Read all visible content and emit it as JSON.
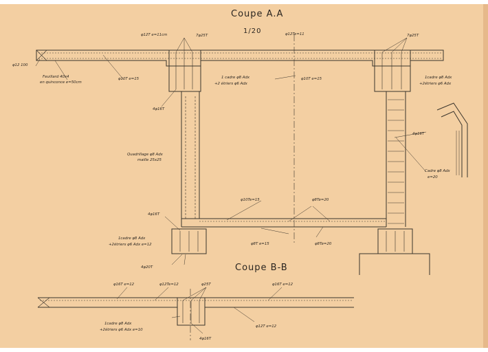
{
  "colors": {
    "paper": "#f3cfa2",
    "paper_edge": "#e6b98a",
    "ink": "#3a342c",
    "background": "#ffffff"
  },
  "section_a": {
    "title": "Coupe A.A",
    "scale": "1/20",
    "labels": {
      "top_spacing": "φ12T e=11cm",
      "left_top_bars": "7φ25T",
      "center_top": "φ12Te=11",
      "right_top_bars": "7φ25T",
      "left_edge": "φ12 100",
      "feuillard_line1": "Feuillard 40x4",
      "feuillard_line2": "en quinconce  e=50cm",
      "left_phi10": "φ10T e=15",
      "stirrups_line1": "1 cadre φ8 Adx",
      "stirrups_line2": "+2 étriers φ6 Adx",
      "center_phi10": "φ10T e=15",
      "right_stirrups_line1": "1cadre φ8 Adx",
      "right_stirrups_line2": "+2étriers φ6 Adx",
      "left_4phi16": "4φ16T",
      "right_4phi16": "4φ16T",
      "mesh_line1": "Quadrillage φ8 Adx",
      "mesh_line2": "maille 25x25",
      "cadre_line1": "Cadre φ8 Adx",
      "cadre_line2": "e=20",
      "bottom_phi10": "φ10Te=15",
      "bottom_phi8": "φ8Te=20",
      "lower_left_4phi16": "4φ16T",
      "lower_cadre_line1": "1cadre φ8 Adx",
      "lower_cadre_line2": "+2étriers φ6 Adx e=12",
      "bottom_phi8_15": "φ8T e=15",
      "right_phi8_20": "φ8Te=20",
      "base_4phi20": "4φ20T"
    }
  },
  "section_b": {
    "title": "Coupe B-B",
    "labels": {
      "left_spacing": "φ16T e=12",
      "mid_spacing": "φ12Te=12",
      "bars": "φ25T",
      "right_spacing": "φ16T e=12",
      "stirrups_line1": "1cadre φ8 Adx",
      "stirrups_line2": "+2étriers φ6 Adx e=10",
      "bottom_spacing": "φ12T e=12",
      "base_bars": "4φ16T"
    }
  }
}
